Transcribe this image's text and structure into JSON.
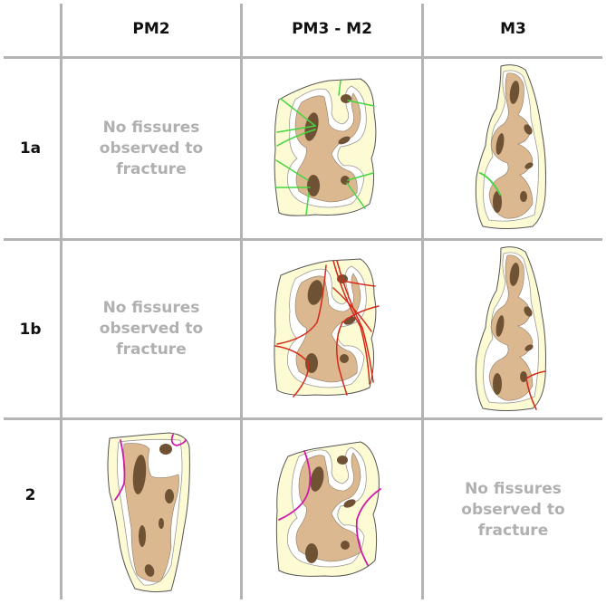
{
  "table": {
    "columns": [
      "PM2",
      "PM3 - M2",
      "M3"
    ],
    "rows": [
      {
        "label": "1a",
        "cells": [
          {
            "type": "text",
            "text": "No fissures\nobserved to\nfracture"
          },
          {
            "type": "tooth",
            "tooth": "PM3-M2",
            "fissure_color": "#44d640",
            "fissure_count": 9
          },
          {
            "type": "tooth",
            "tooth": "M3",
            "fissure_color": "#44d640",
            "fissure_count": 1
          }
        ]
      },
      {
        "label": "1b",
        "cells": [
          {
            "type": "text",
            "text": "No fissures\nobserved to\nfracture"
          },
          {
            "type": "tooth",
            "tooth": "PM3-M2",
            "fissure_color": "#d42a1a",
            "fissure_count": 8
          },
          {
            "type": "tooth",
            "tooth": "M3",
            "fissure_color": "#d42a1a",
            "fissure_count": 2
          }
        ]
      },
      {
        "label": "2",
        "cells": [
          {
            "type": "tooth",
            "tooth": "PM2",
            "fissure_color": "#d01aa8",
            "fissure_count": 2
          },
          {
            "type": "tooth",
            "tooth": "PM3-M2",
            "fissure_color": "#d01aa8",
            "fissure_count": 2
          },
          {
            "type": "text",
            "text": "No fissures\nobserved to\nfracture"
          }
        ]
      }
    ]
  },
  "colors": {
    "grid": "#b3b3b3",
    "placeholder_text": "#b0b0b0",
    "tooth_outer": "#fdfbd3",
    "tooth_dentine": "#dcb891",
    "tooth_pulp": "#6e5233",
    "fissure_1a": "#44d640",
    "fissure_1b": "#d42a1a",
    "fissure_2": "#d01aa8"
  }
}
